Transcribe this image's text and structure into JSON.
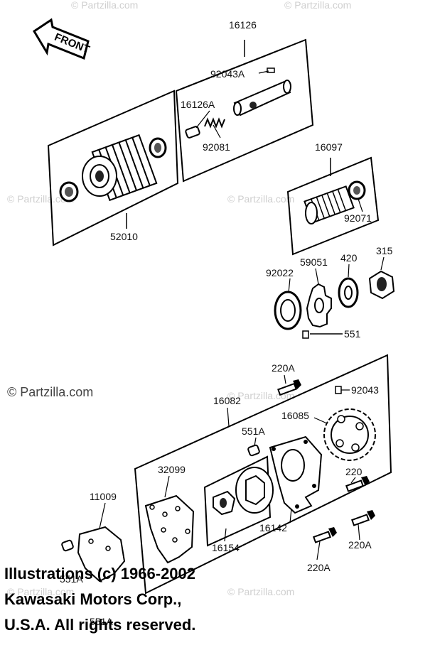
{
  "front_label": "FRONT",
  "watermark_text": "© Partzilla.com",
  "copyright_text": "© Partzilla.com",
  "credit_lines": [
    "Illustrations (c) 1966-2002",
    "Kawasaki Motors Corp.,",
    "U.S.A.  All rights reserved."
  ],
  "part_labels": {
    "p16126": "16126",
    "p92043A": "92043A",
    "p16126A": "16126A",
    "p92081": "92081",
    "p52010": "52010",
    "p16097": "16097",
    "p92071": "92071",
    "p92022": "92022",
    "p59051": "59051",
    "p420": "420",
    "p315": "315",
    "p551": "551",
    "p220A_top": "220A",
    "p92043": "92043",
    "p16082": "16082",
    "p16085": "16085",
    "p551A_mid": "551A",
    "p32099": "32099",
    "p11009": "11009",
    "p220": "220",
    "p16142": "16142",
    "p16154": "16154",
    "p220A_right": "220A",
    "p220A_bottom": "220A",
    "p551A_low": "551A",
    "p551A_bottom": "551A"
  },
  "colors": {
    "ink": "#000000",
    "watermark": "#cfcfcf",
    "background": "#ffffff"
  }
}
